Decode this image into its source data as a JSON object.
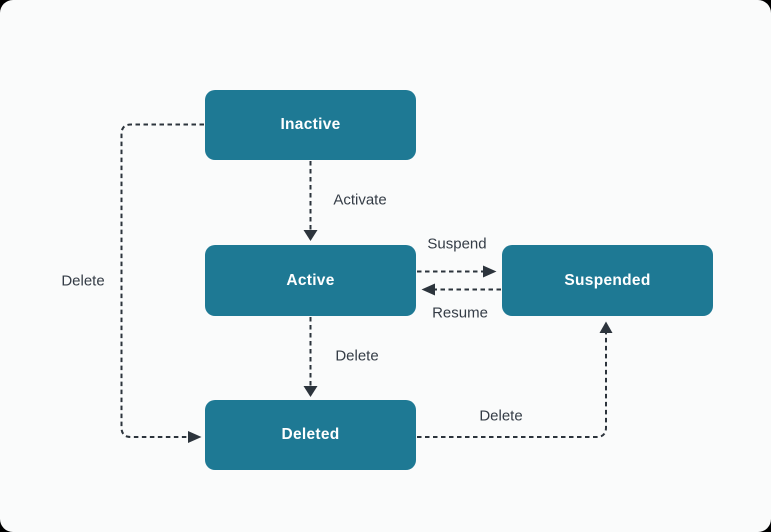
{
  "diagram": {
    "type": "state-machine",
    "states": [
      {
        "id": "inactive",
        "label": "Inactive"
      },
      {
        "id": "active",
        "label": "Active"
      },
      {
        "id": "suspended",
        "label": "Suspended"
      },
      {
        "id": "deleted",
        "label": "Deleted"
      }
    ],
    "transitions": [
      {
        "from": "Inactive",
        "to": "Active",
        "label": "Activate"
      },
      {
        "from": "Active",
        "to": "Suspended",
        "label": "Suspend"
      },
      {
        "from": "Suspended",
        "to": "Active",
        "label": "Resume"
      },
      {
        "from": "Active",
        "to": "Deleted",
        "label": "Delete"
      },
      {
        "from": "Inactive",
        "to": "Deleted",
        "label": "Delete"
      },
      {
        "from": "Deleted",
        "to": "Suspended",
        "label": "Delete"
      }
    ],
    "colors": {
      "state_fill": "#1e7994",
      "state_text": "#ffffff",
      "arrow": "#2c343c",
      "edge_label_text": "#343c46",
      "canvas_background": "#fafbfb"
    }
  }
}
